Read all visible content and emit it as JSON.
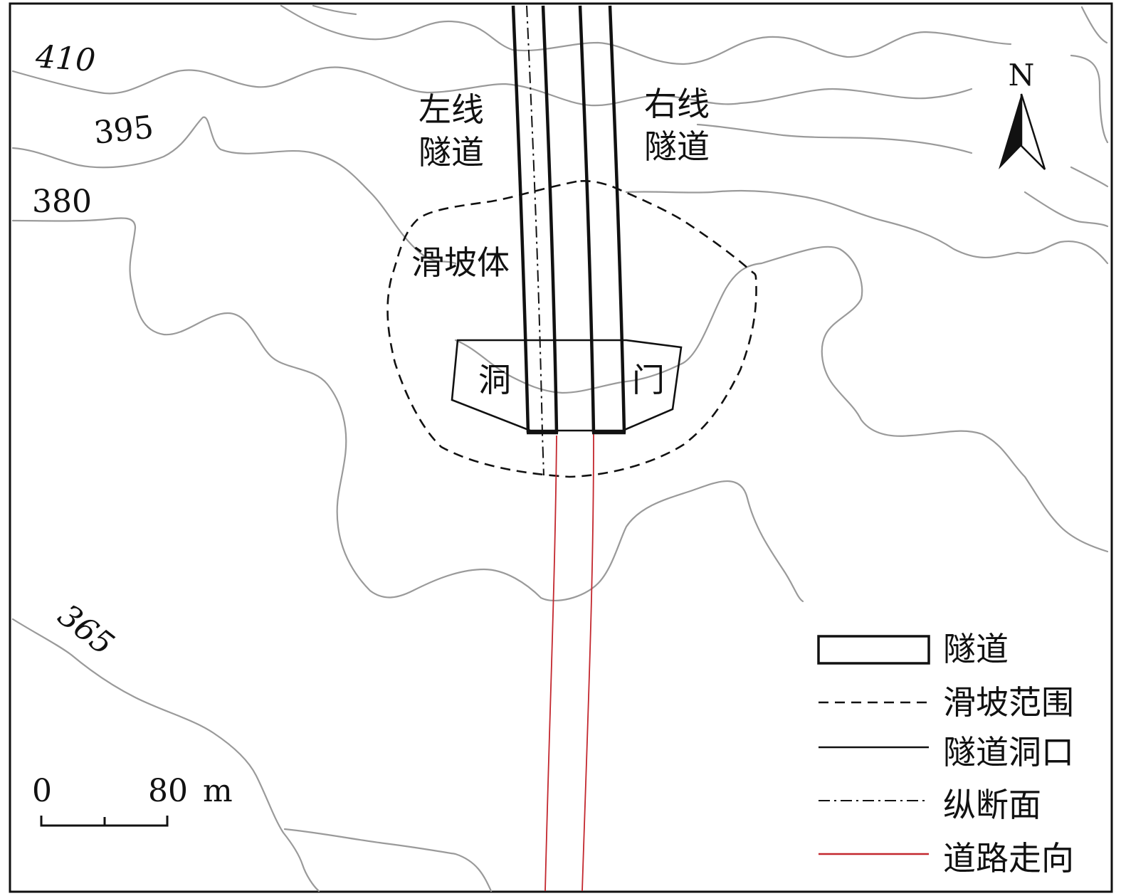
{
  "contours": {
    "c410": "410",
    "c395": "395",
    "c380": "380",
    "c365": "365"
  },
  "labels": {
    "left_tunnel_l1": "左线",
    "left_tunnel_l2": "隧道",
    "right_tunnel_l1": "右线",
    "right_tunnel_l2": "隧道",
    "landslide_body": "滑坡体",
    "portal_left": "洞",
    "portal_right": "门"
  },
  "north_arrow": {
    "label": "N"
  },
  "scale_bar": {
    "zero": "0",
    "value": "80",
    "unit": "m"
  },
  "legend": {
    "tunnel": "隧道",
    "landslide_extent": "滑坡范围",
    "tunnel_portal": "隧道洞口",
    "longitudinal_section": "纵断面",
    "road_direction": "道路走向"
  },
  "colors": {
    "road": "#c3272e",
    "contour": "#9a9a9a",
    "ink": "#111111"
  }
}
